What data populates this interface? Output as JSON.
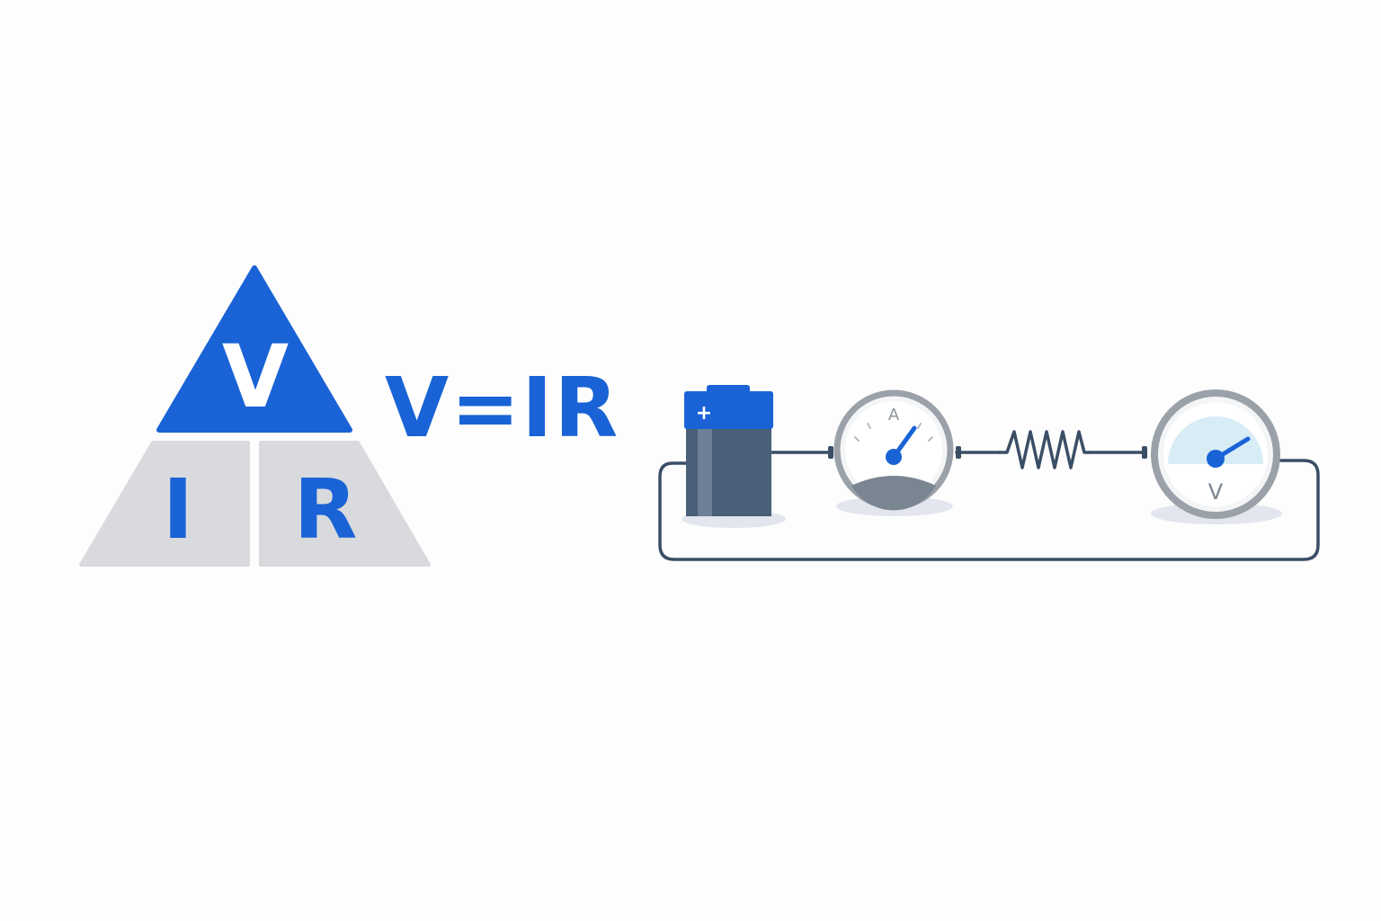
{
  "triangle": {
    "top_letter": "V",
    "bottom_left_letter": "I",
    "bottom_right_letter": "R"
  },
  "equation": "V=IR",
  "circuit": {
    "battery_symbol": "+",
    "ammeter_label": "A",
    "voltmeter_label": "V",
    "resistor_icon": "zigzag-resistor"
  },
  "colors": {
    "accent_blue": "#1a63d6",
    "triangle_gray": "#d8dadd",
    "battery_body": "#4a6079",
    "wire": "#3a4e66",
    "meter_ring": "#9aa1a8",
    "voltmeter_face": "#d8ecf6"
  }
}
